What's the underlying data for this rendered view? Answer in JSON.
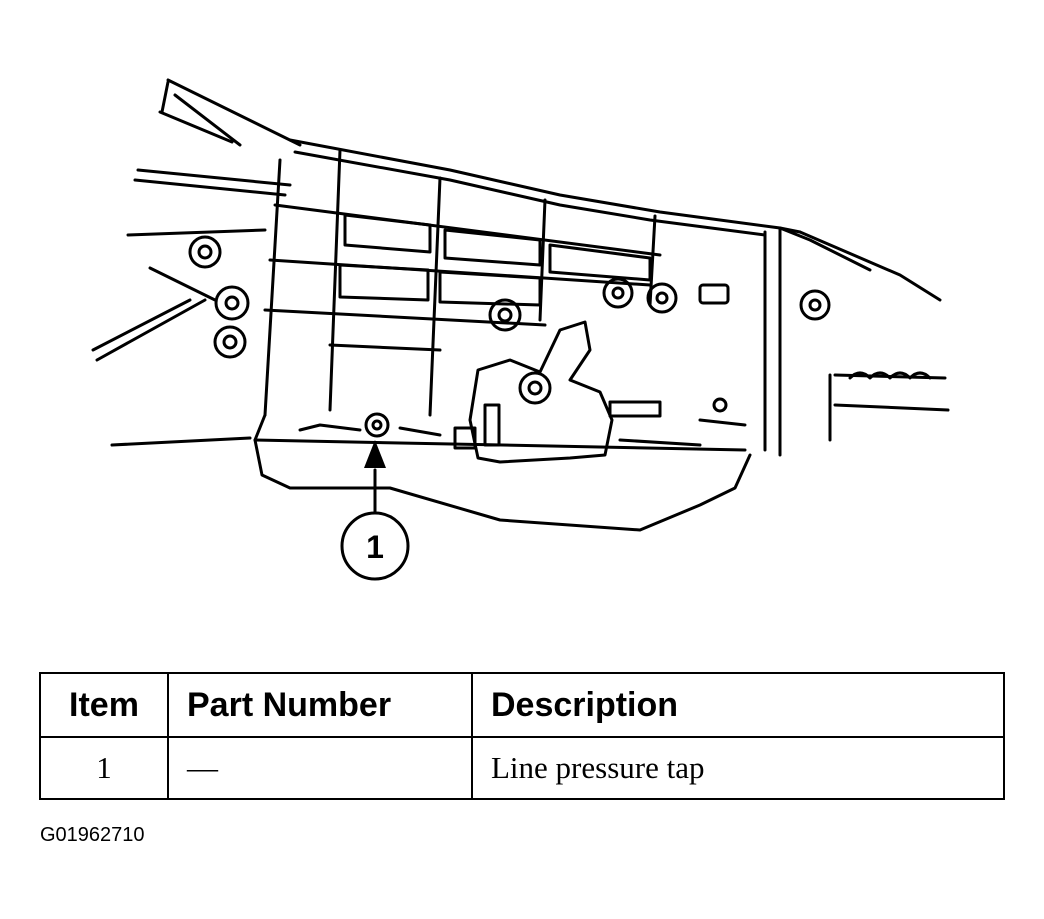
{
  "callouts": [
    {
      "label": "1"
    }
  ],
  "table": {
    "headers": {
      "item": "Item",
      "part_number": "Part Number",
      "description": "Description"
    },
    "rows": [
      {
        "item": "1",
        "part_number": "—",
        "description": "Line pressure tap"
      }
    ]
  },
  "figure_id": "G01962710"
}
